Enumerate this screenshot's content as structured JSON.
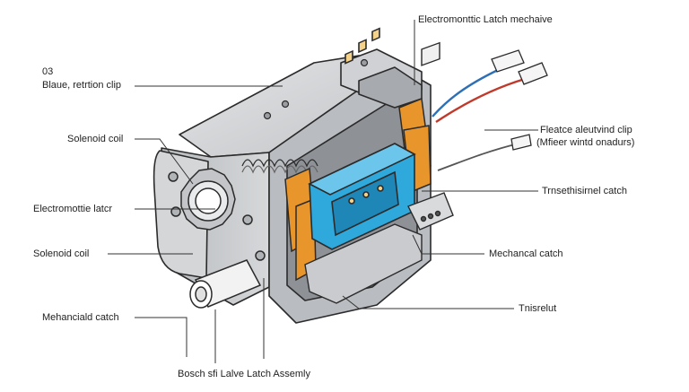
{
  "diagram": {
    "labels": {
      "top_right_title": "Electromonttic Latch mechaive",
      "number_prefix": "03",
      "blade_clip": "Blaue, retrtion clip",
      "solenoid_coil_upper": "Solenoid coil",
      "latch_left": "Electromottie latcr",
      "solenoid_coil_lower": "Solenoid coil",
      "mechanical_catch_left": "Mehanciald catch",
      "bottom_caption": "Bosch sfi Lalve Latch Assemly",
      "feature_clip_line1": "Fleatce aleutvind clip",
      "feature_clip_line2": "(Mfieer wintd onadurs)",
      "thermal_catch": "Trnsethisirnel catch",
      "mechanical_catch_right": "Mechancal catch",
      "bottom_right": "Tnisrelut"
    },
    "colors": {
      "housing": "#c9cbce",
      "housing_dark": "#9a9da2",
      "coil_blue": "#2fa8dc",
      "bracket_orange": "#e8962b",
      "wire_red": "#c0392b",
      "wire_blue": "#2e6fb5",
      "outline": "#2b2b2b"
    },
    "icons": {
      "pins": "connector-pin-icon",
      "gear": "gear-icon"
    }
  }
}
